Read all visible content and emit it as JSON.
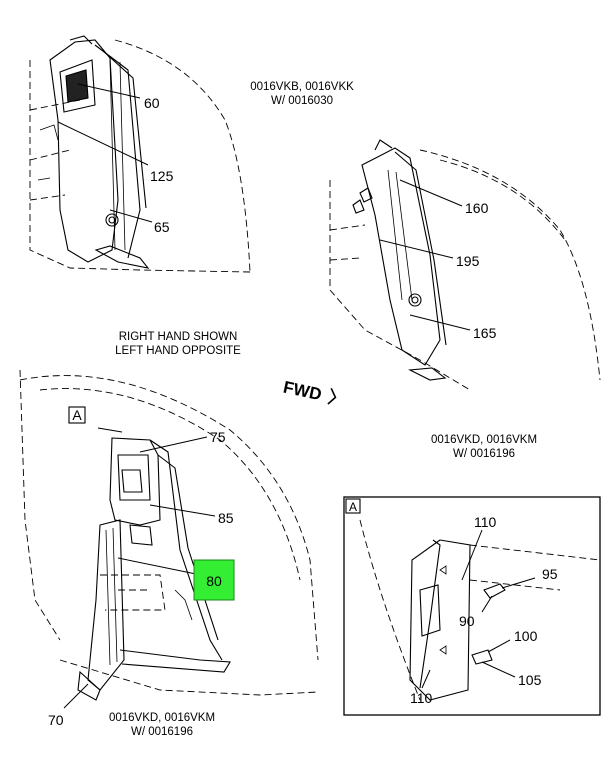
{
  "captions": {
    "top_right_line1": "0016VKB, 0016VKK",
    "top_right_line2": "W/ 0016030",
    "middle_right_line1": "0016VKD, 0016VKM",
    "middle_right_line2": "W/ 0016196",
    "bottom_left_line1": "0016VKD, 0016VKM",
    "bottom_left_line2": "W/ 0016196",
    "note_line1": "RIGHT HAND SHOWN",
    "note_line2": "LEFT HAND OPPOSITE"
  },
  "direction_marker": "FWD",
  "detail_view": {
    "tag_main": "A",
    "tag_inset": "A"
  },
  "callouts": {
    "c60": "60",
    "c125": "125",
    "c65": "65",
    "c160": "160",
    "c195": "195",
    "c165": "165",
    "c75": "75",
    "c85": "85",
    "c80": "80",
    "c70": "70",
    "c110_top": "110",
    "c95": "95",
    "c90": "90",
    "c100": "100",
    "c105": "105",
    "c110_bottom": "110"
  },
  "colors": {
    "highlight_fill": "#33ee33",
    "highlight_stroke": "#1a8a1a",
    "ink": "#000000",
    "background": "#ffffff"
  }
}
